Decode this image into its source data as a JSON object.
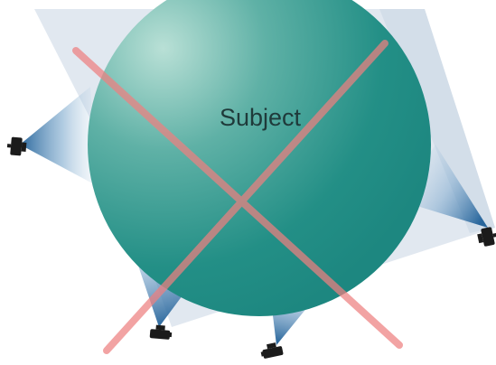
{
  "subject": {
    "label": "Subject",
    "colors": {
      "light": "#a8d6cc",
      "mid": "#4fa79e",
      "dark": "#1f8c84"
    }
  },
  "cameras": [
    {
      "name": "left-camera",
      "icon": "camera-icon"
    },
    {
      "name": "bottom-left-camera",
      "icon": "camera-icon"
    },
    {
      "name": "bottom-center-camera",
      "icon": "camera-icon"
    },
    {
      "name": "right-camera",
      "icon": "camera-icon"
    }
  ],
  "cross_out": {
    "color": "#e88888"
  },
  "background_panel": {
    "color": "#dfe7ef"
  }
}
